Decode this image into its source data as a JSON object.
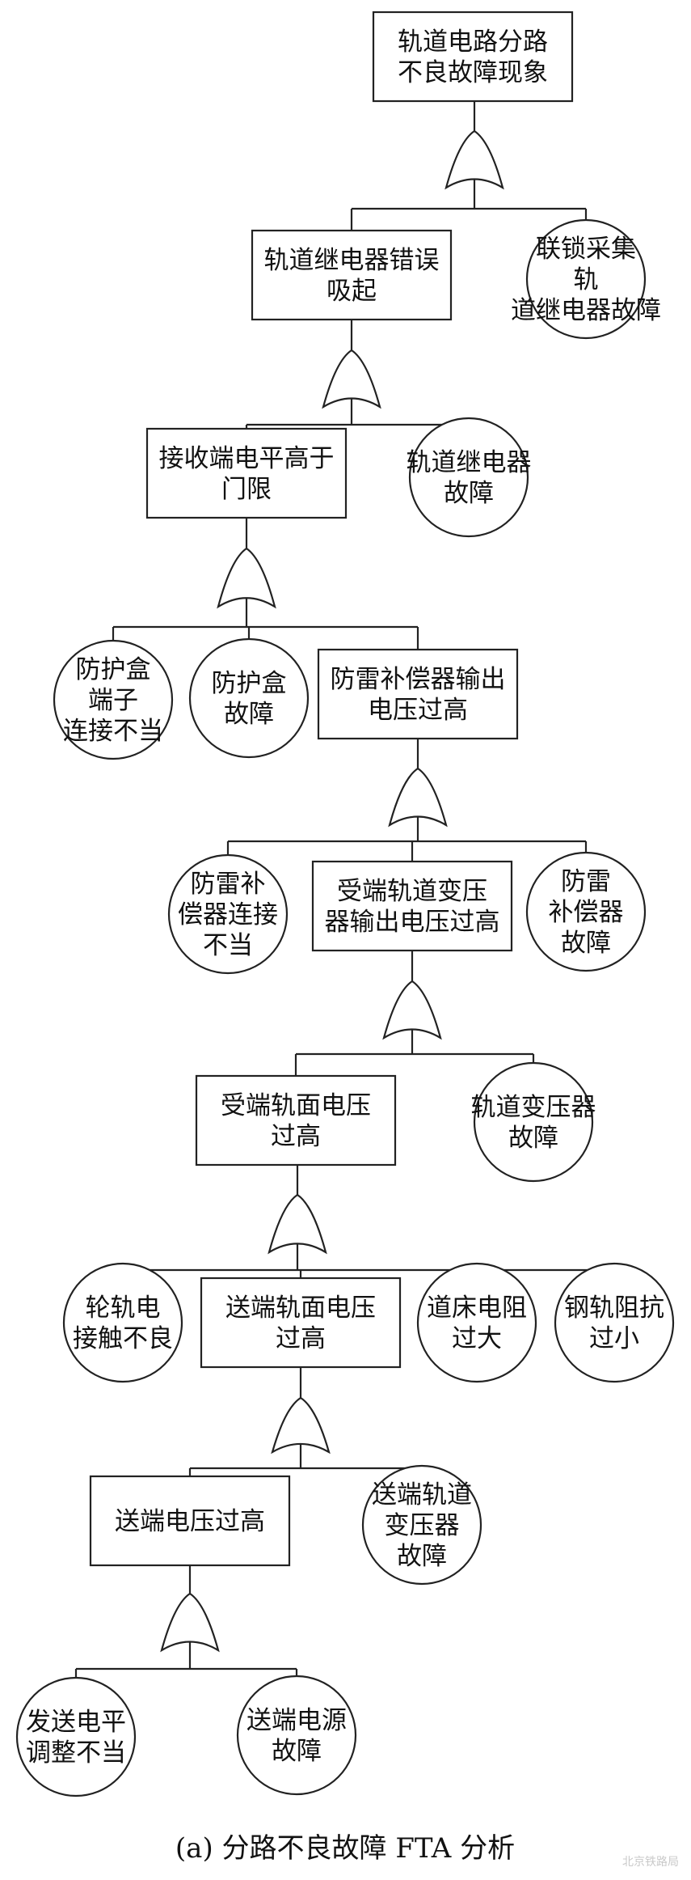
{
  "events": {
    "top": "轨道电路分路不良故障现象",
    "relay_pickup": "轨道继电器错误吸起",
    "interlock_fault": "联锁采集轨道继电器故障",
    "recv_level_high": "接收端电平高于门限",
    "relay_fault": "轨道继电器故障",
    "box_conn": "防护盒端子连接不当",
    "box_fault": "防护盒故障",
    "comp_out_high": "防雷补偿器输出电压过高",
    "comp_conn": "防雷补偿器连接不当",
    "recv_xfmr_out_high": "受端轨道变压器输出电压过高",
    "comp_fault": "防雷补偿器故障",
    "recv_rail_high": "受端轨面电压过高",
    "track_xfmr_fault": "轨道变压器故障",
    "wheel_contact": "轮轨电接触不良",
    "send_rail_high": "送端轨面电压过高",
    "ballast_res": "道床电阻过大",
    "rail_imp": "钢轨阻抗过小",
    "send_volt_high": "送端电压过高",
    "send_xfmr_fault": "送端轨道变压器故障",
    "send_level": "发送电平调整不当",
    "send_power": "送端电源故障"
  },
  "caption": "(a) 分路不良故障 FTA 分析",
  "watermark": "北京铁路局"
}
